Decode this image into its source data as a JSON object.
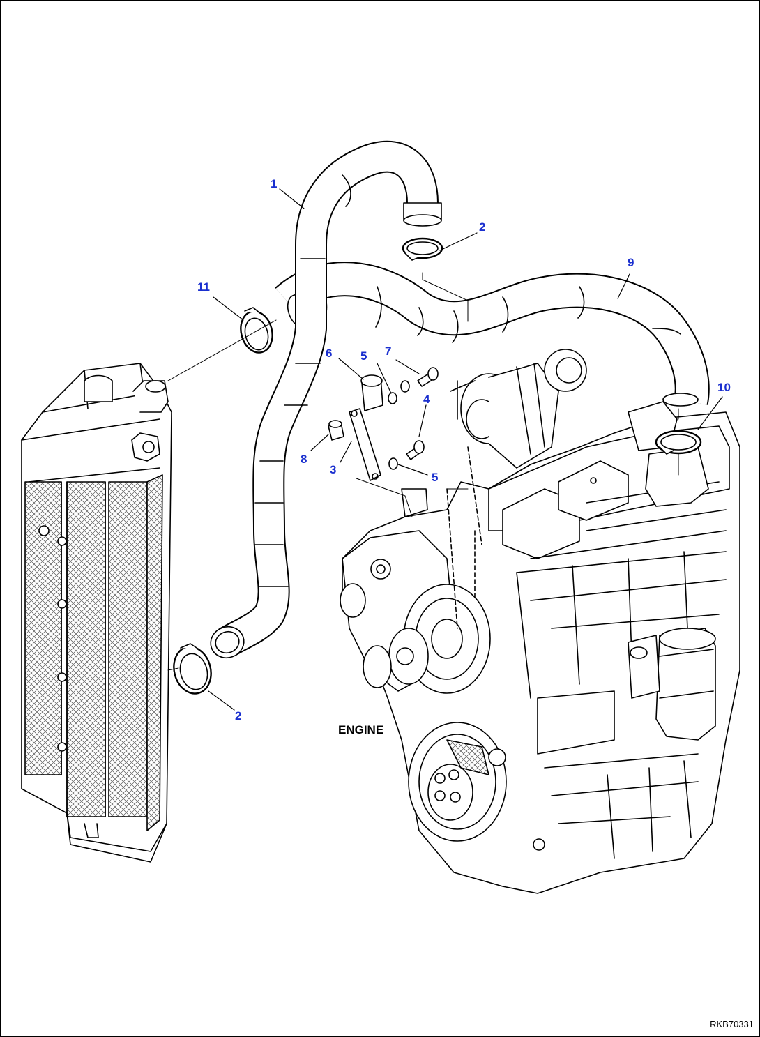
{
  "diagram": {
    "colors": {
      "line": "#000000",
      "callout": "#1a2fcf",
      "background": "#ffffff",
      "radiator_fill": "#d9d9d9"
    },
    "labels": {
      "engine": "ENGINE",
      "drawing_code": "RKB70331"
    },
    "callouts": [
      {
        "id": "c1",
        "text": "1"
      },
      {
        "id": "c2a",
        "text": "2"
      },
      {
        "id": "c9",
        "text": "9"
      },
      {
        "id": "c11",
        "text": "11"
      },
      {
        "id": "c6",
        "text": "6"
      },
      {
        "id": "c5a",
        "text": "5"
      },
      {
        "id": "c7",
        "text": "7"
      },
      {
        "id": "c4",
        "text": "4"
      },
      {
        "id": "c8",
        "text": "8"
      },
      {
        "id": "c3",
        "text": "3"
      },
      {
        "id": "c5b",
        "text": "5"
      },
      {
        "id": "c10",
        "text": "10"
      },
      {
        "id": "c2b",
        "text": "2"
      }
    ]
  }
}
